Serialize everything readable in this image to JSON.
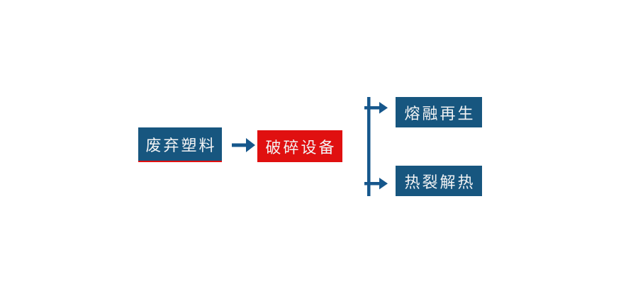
{
  "page": {
    "background": "#ffffff"
  },
  "diagram": {
    "type": "flowchart",
    "direction": "left-to-right",
    "colors": {
      "node_blue": "#17567F",
      "node_red": "#E01010",
      "connector_blue": "#16578C",
      "label_text": "#F2F3F4",
      "source_underline": "#E01010"
    },
    "nodes": [
      {
        "id": "waste-plastic",
        "label": "废弃塑料",
        "shape": "rect",
        "fill": "blue",
        "underline": "red"
      },
      {
        "id": "crushing-equipment",
        "label": "破碎设备",
        "shape": "rect",
        "fill": "red"
      },
      {
        "id": "melt-regeneration",
        "label": "熔融再生",
        "shape": "rect",
        "fill": "blue"
      },
      {
        "id": "pyrolysis-heat",
        "label": "热裂解热",
        "shape": "rect",
        "fill": "blue"
      }
    ],
    "edges": [
      {
        "from": "waste-plastic",
        "to": "crushing-equipment",
        "style": "arrow-right"
      },
      {
        "from": "crushing-equipment",
        "to": "melt-regeneration",
        "style": "branch-arrow-right"
      },
      {
        "from": "crushing-equipment",
        "to": "pyrolysis-heat",
        "style": "branch-arrow-right"
      }
    ]
  }
}
